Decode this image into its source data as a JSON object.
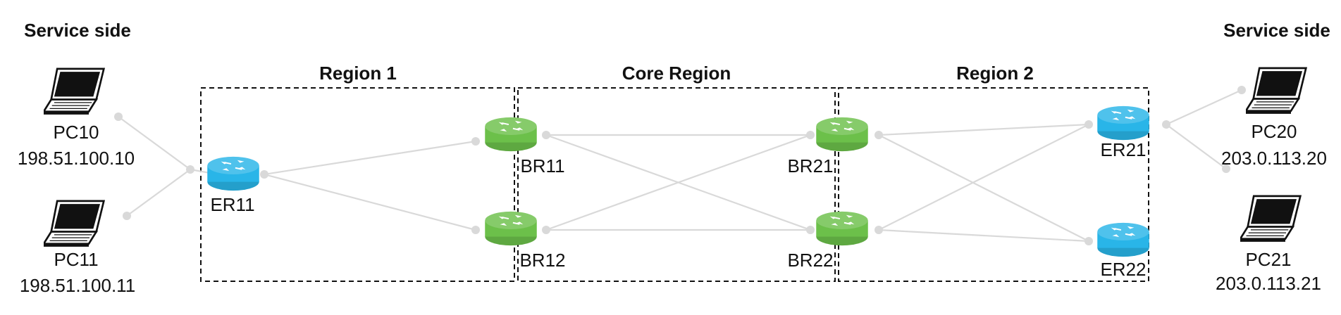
{
  "service_left": {
    "title": "Service side"
  },
  "service_right": {
    "title": "Service side"
  },
  "regions": {
    "region1": {
      "label": "Region 1"
    },
    "core": {
      "label": "Core Region"
    },
    "region2": {
      "label": "Region 2"
    }
  },
  "hosts": {
    "pc10": {
      "name": "PC10",
      "ip": "198.51.100.10"
    },
    "pc11": {
      "name": "PC11",
      "ip": "198.51.100.11"
    },
    "pc20": {
      "name": "PC20",
      "ip": "203.0.113.20"
    },
    "pc21": {
      "name": "PC21",
      "ip": "203.0.113.21"
    }
  },
  "routers": {
    "er11": {
      "label": "ER11",
      "role": "edge",
      "icon": "router-icon"
    },
    "br11": {
      "label": "BR11",
      "role": "border",
      "icon": "router-icon"
    },
    "br12": {
      "label": "BR12",
      "role": "border",
      "icon": "router-icon"
    },
    "br21": {
      "label": "BR21",
      "role": "border",
      "icon": "router-icon"
    },
    "br22": {
      "label": "BR22",
      "role": "border",
      "icon": "router-icon"
    },
    "er21": {
      "label": "ER21",
      "role": "edge",
      "icon": "router-icon"
    },
    "er22": {
      "label": "ER22",
      "role": "edge",
      "icon": "router-icon"
    }
  },
  "colors": {
    "edge_router": "#29b5e8",
    "border_router": "#6cc04a",
    "link": "#d9d9d9"
  }
}
